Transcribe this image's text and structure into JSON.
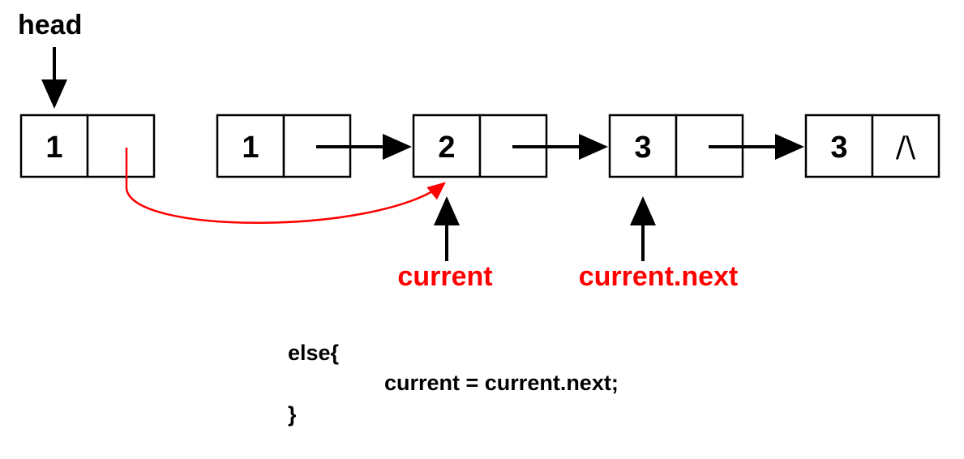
{
  "labels": {
    "head": "head",
    "current": "current",
    "current_next": "current.next"
  },
  "nodes": [
    {
      "value": "1",
      "pointer": ""
    },
    {
      "value": "1",
      "pointer": ""
    },
    {
      "value": "2",
      "pointer": ""
    },
    {
      "value": "3",
      "pointer": ""
    },
    {
      "value": "3",
      "pointer": "/\\"
    }
  ],
  "code": {
    "line1": "else{",
    "line2": "current = current.next;",
    "line3": "}"
  },
  "colors": {
    "black": "#000000",
    "red": "#ff0000"
  }
}
